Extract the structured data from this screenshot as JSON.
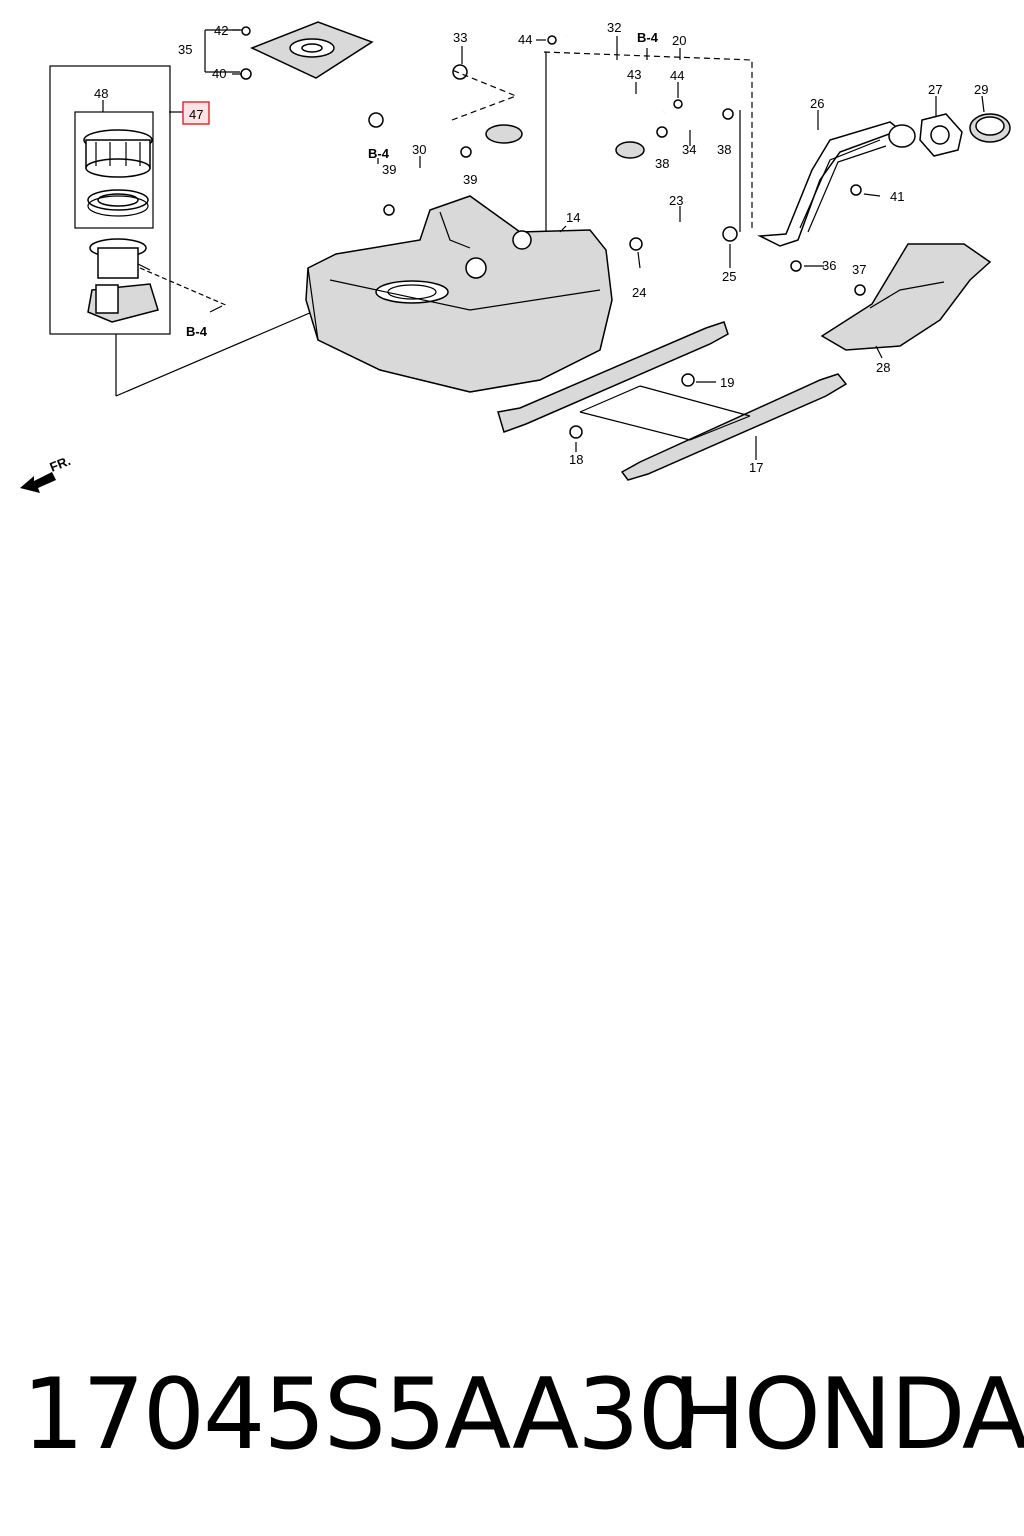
{
  "diagram": {
    "callouts": {
      "c14": "14",
      "c17": "17",
      "c18": "18",
      "c19": "19",
      "c20": "20",
      "c23": "23",
      "c24": "24",
      "c25": "25",
      "c26": "26",
      "c27": "27",
      "c28": "28",
      "c29": "29",
      "c30": "30",
      "c32": "32",
      "c33": "33",
      "c34": "34",
      "c35": "35",
      "c36": "36",
      "c37": "37",
      "c38a": "38",
      "c38b": "38",
      "c39a": "39",
      "c39b": "39",
      "c40": "40",
      "c41": "41",
      "c42": "42",
      "c43": "43",
      "c44a": "44",
      "c44b": "44",
      "c47": "47",
      "c48": "48"
    },
    "refs": {
      "b4a": "B-4",
      "b4b": "B-4",
      "b4c": "B-4"
    },
    "direction_label": "FR.",
    "highlight_color": "#e0303a"
  },
  "caption": {
    "part_number": "17045S5AA30",
    "brand": "HONDA"
  }
}
